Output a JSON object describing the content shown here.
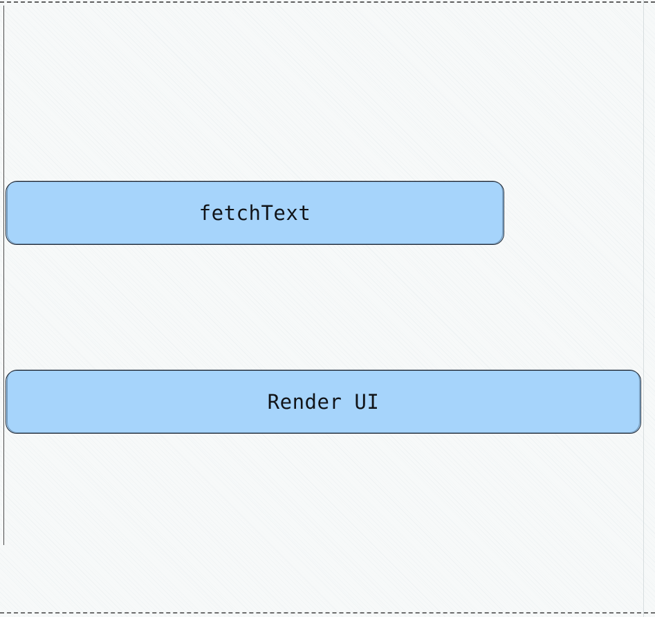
{
  "diagram": {
    "type": "flowchart",
    "orientation": "vertical",
    "background_color": "#f7f9f9",
    "node_fill_color": "#a6d4fb",
    "node_stroke_color": "#1d2633",
    "text_color": "#111418",
    "style": "hand-drawn",
    "nodes": [
      {
        "id": "fetchText",
        "label": "fetchText",
        "shape": "rounded-rectangle"
      },
      {
        "id": "renderUI",
        "label": "Render UI",
        "shape": "rounded-rectangle"
      }
    ],
    "edges": []
  }
}
